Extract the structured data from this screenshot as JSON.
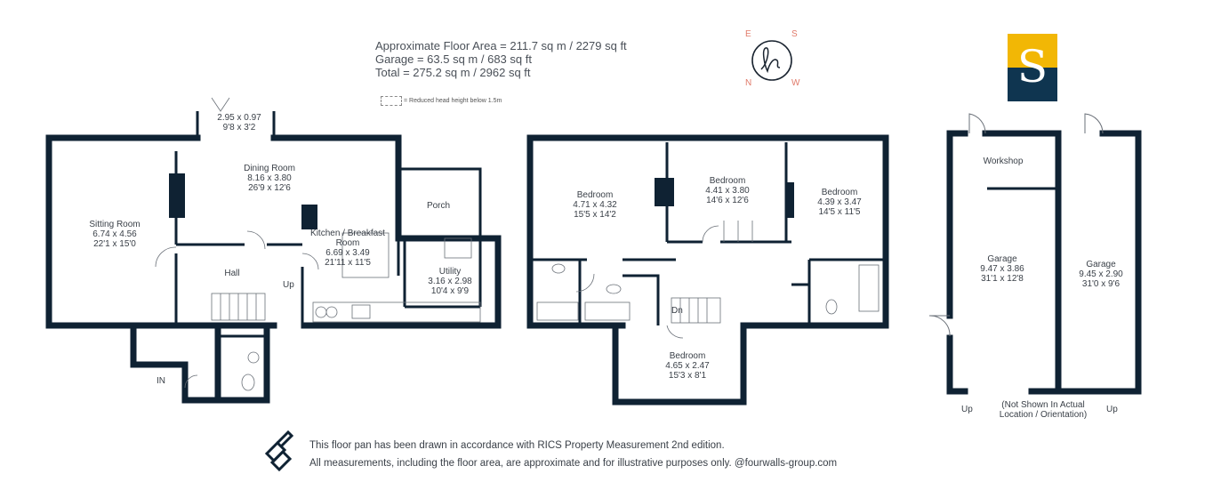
{
  "header": {
    "floor_area": "Approximate Floor Area = 211.7 sq m / 2279 sq ft",
    "garage_area": "Garage = 63.5 sq m / 683 sq ft",
    "total_area": "Total = 275.2 sq m / 2962 sq ft",
    "legend_note": "= Reduced head height below 1.5m"
  },
  "compass": {
    "e": "E",
    "s": "S",
    "n": "N",
    "w": "W"
  },
  "badge": {
    "letter": "S",
    "colors": {
      "top": "#f2b705",
      "bottom": "#0f3550"
    }
  },
  "ground_floor": {
    "bay": {
      "metric": "2.95 x 0.97",
      "imperial": "9'8 x 3'2"
    },
    "dining": {
      "name": "Dining Room",
      "metric": "8.16 x 3.80",
      "imperial": "26'9 x 12'6"
    },
    "sitting": {
      "name": "Sitting Room",
      "metric": "6.74 x 4.56",
      "imperial": "22'1 x 15'0"
    },
    "porch": {
      "name": "Porch"
    },
    "kitchen": {
      "name_line1": "Kitchen / Breakfast",
      "name_line2": "Room",
      "metric": "6.69 x 3.49",
      "imperial": "21'11 x 11'5"
    },
    "hall": {
      "name": "Hall"
    },
    "up": "Up",
    "utility": {
      "name": "Utility",
      "metric": "3.16 x 2.98",
      "imperial": "10'4 x 9'9"
    },
    "entry": "IN"
  },
  "first_floor": {
    "bedroom1": {
      "name": "Bedroom",
      "metric": "4.71 x 4.32",
      "imperial": "15'5 x 14'2"
    },
    "bedroom2": {
      "name": "Bedroom",
      "metric": "4.41 x 3.80",
      "imperial": "14'6 x 12'6"
    },
    "bedroom3": {
      "name": "Bedroom",
      "metric": "4.39 x 3.47",
      "imperial": "14'5 x 11'5"
    },
    "bedroom4": {
      "name": "Bedroom",
      "metric": "4.65 x 2.47",
      "imperial": "15'3 x 8'1"
    },
    "down": "Dn"
  },
  "outbuilding": {
    "workshop": {
      "name": "Workshop"
    },
    "garage1": {
      "name": "Garage",
      "metric": "9.47 x 3.86",
      "imperial": "31'1 x 12'8"
    },
    "garage2": {
      "name": "Garage",
      "metric": "9.45 x 2.90",
      "imperial": "31'0 x 9'6"
    },
    "up_left": "Up",
    "up_right": "Up",
    "note_line1": "(Not Shown In Actual",
    "note_line2": "Location / Orientation)"
  },
  "footer": {
    "line1": "This floor pan has been drawn in accordance with RICS Property Measurement 2nd edition.",
    "line2": "All measurements, including the floor area, are approximate and for illustrative purposes only. @fourwalls-group.com"
  },
  "colors": {
    "wall": "#0f2233",
    "text": "#3a4048",
    "compass": "#e07a6a"
  }
}
